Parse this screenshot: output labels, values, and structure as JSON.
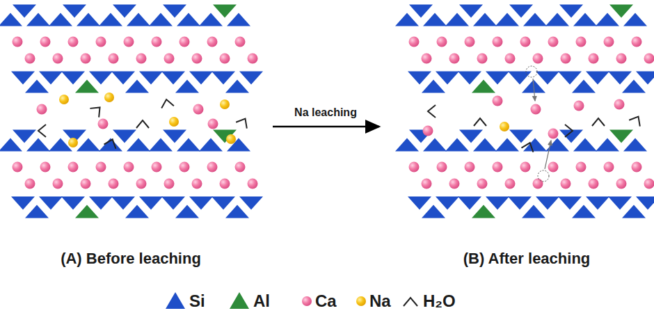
{
  "diagram": {
    "labels": [
      "Na leaching",
      "(A) Before leaching",
      "(B) After leaching"
    ],
    "legend": [
      {
        "text": "Si"
      },
      {
        "text": "Al"
      },
      {
        "text": "Ca"
      },
      {
        "text": "Na"
      },
      {
        "text": "H₂O"
      }
    ]
  }
}
